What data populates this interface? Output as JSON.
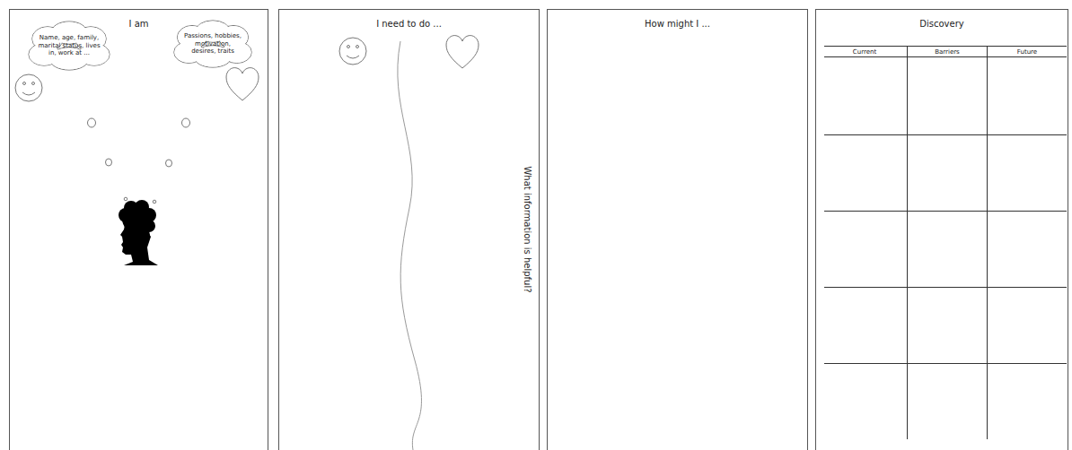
{
  "diagram": {
    "nodes": [
      {
        "text": [
          "I am"
        ]
      },
      {
        "text": [
          "Name, age, family, marital status, lives in, work at ..."
        ],
        "in": 0
      },
      {
        "text": [
          "Passions, hobbies, motivation, desires, traits"
        ],
        "in": 0
      },
      {
        "text": [
          "I need to do ...",
          "What information is helpful?"
        ]
      },
      {
        "text": [
          "How might I ..."
        ]
      },
      {
        "text": [
          "Discovery"
        ]
      }
    ],
    "labels": [
      "Current",
      "Barriers",
      "Future"
    ]
  }
}
